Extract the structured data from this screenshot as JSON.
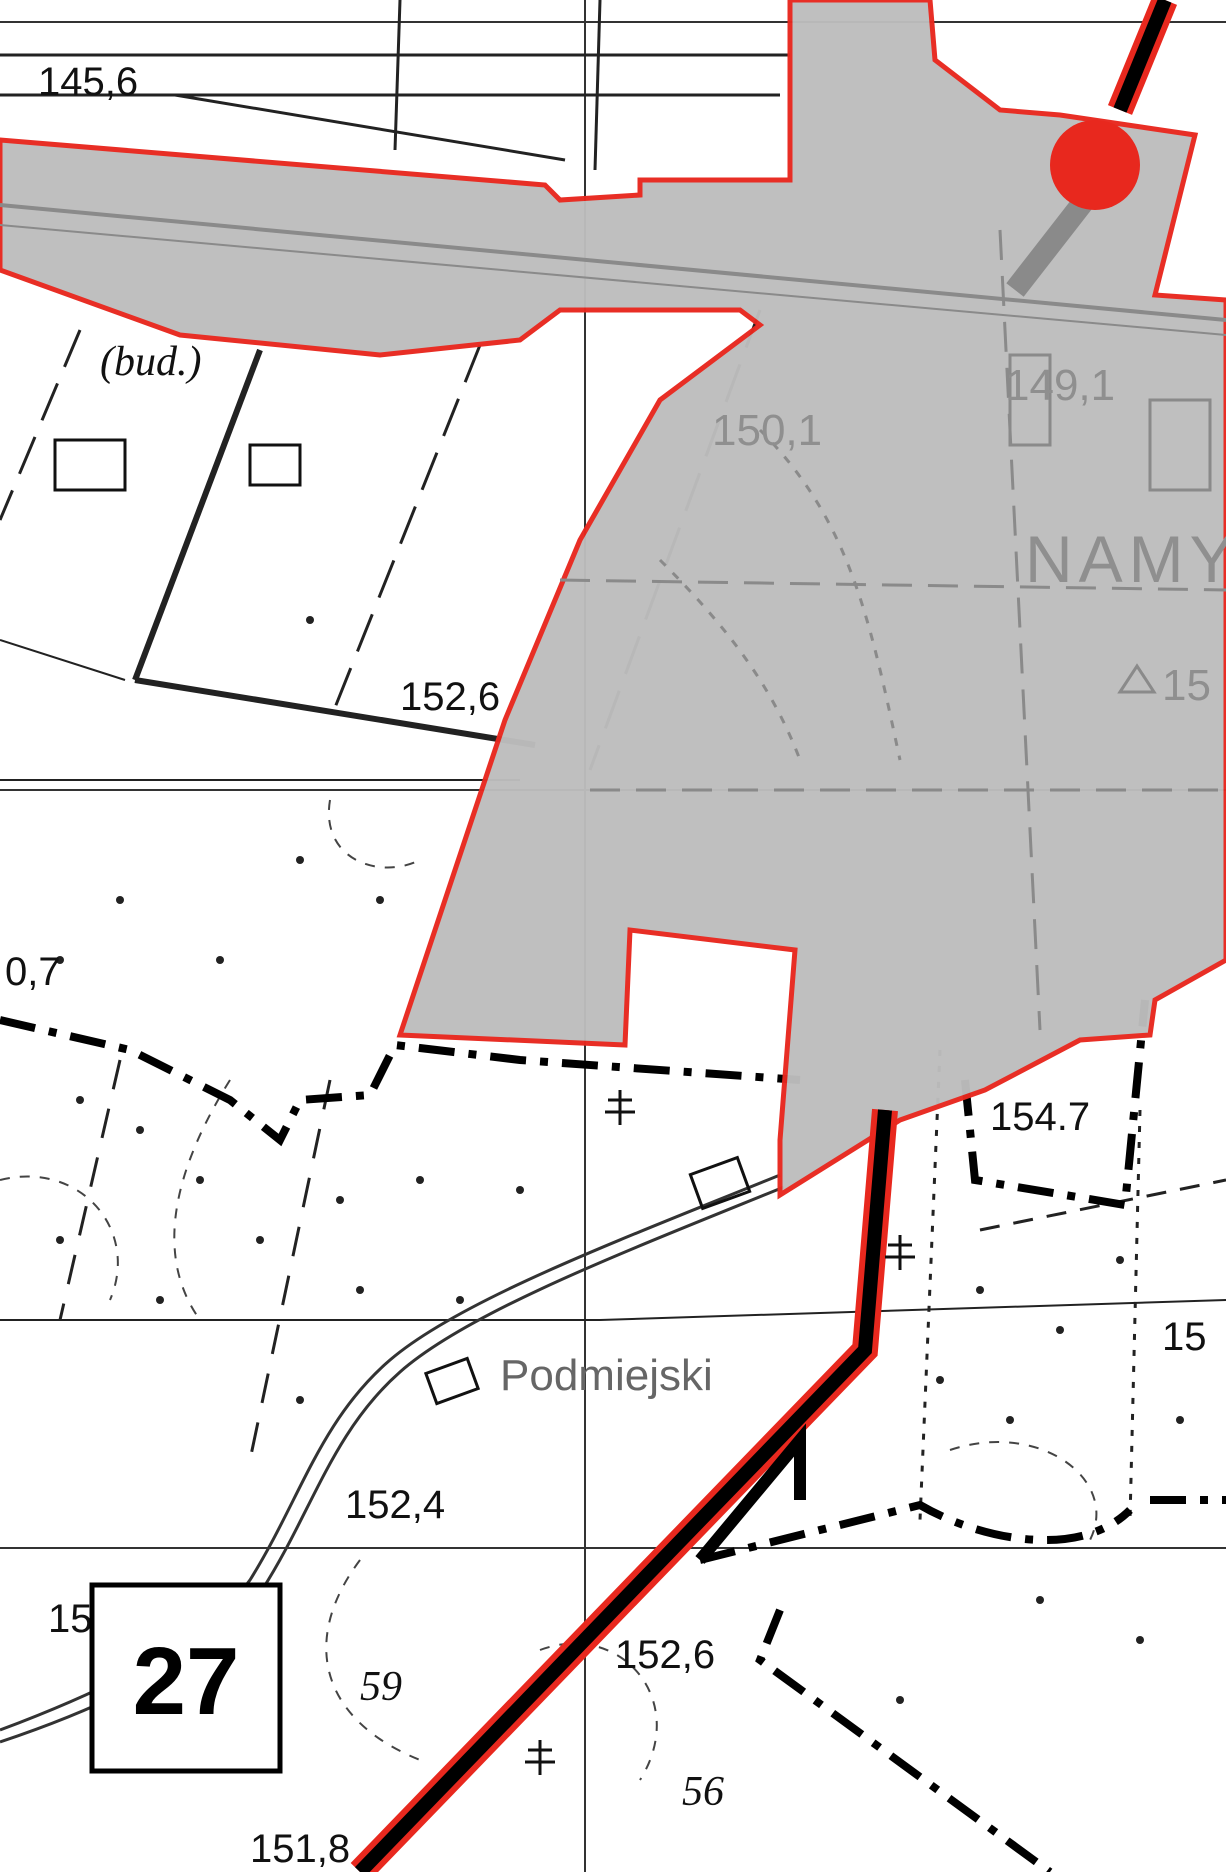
{
  "colors": {
    "zone_fill": "#bdbdbd",
    "zone_outline": "#e8281e",
    "road": "#000000",
    "marker": "#e8281e",
    "background": "#ffffff"
  },
  "labels": {
    "elev_145_6": "145,6",
    "bud": "(bud.)",
    "elev_150_1": "150,1",
    "elev_149_1": "149,1",
    "namy": "NAMY",
    "elev_15_right": "15",
    "elev_152_6_top": "152,6",
    "elev_0_7": "0,7",
    "elev_154_7": "154.7",
    "podmiejski": "Podmiejski",
    "elev_15_right2": "15",
    "elev_152_4": "152,4",
    "elev_15_left": "15",
    "num_59": "59",
    "elev_152_6_bottom": "152,6",
    "num_56": "56",
    "elev_151_8": "151,8"
  },
  "area_number": "27",
  "icons": {
    "marker": "red-circle-marker",
    "triangulation": "triangle-point-icon",
    "tree": "conifer-tree-icon",
    "building": "building-symbol-icon"
  }
}
